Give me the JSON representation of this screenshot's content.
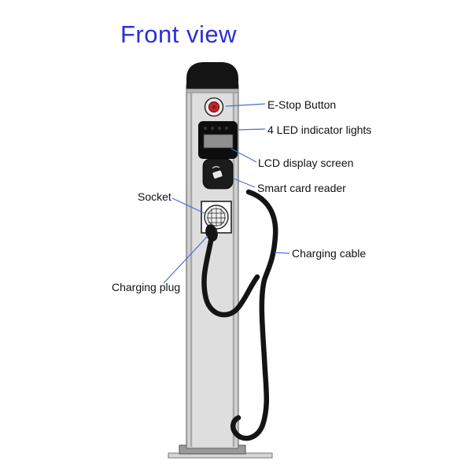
{
  "title": {
    "text": "Front view"
  },
  "labels": {
    "estop": "E-Stop Button",
    "led": "4 LED indicator lights",
    "lcd": "LCD display screen",
    "card_reader": "Smart card reader",
    "socket": "Socket",
    "plug": "Charging plug",
    "cable": "Charging cable"
  },
  "colors": {
    "title_blue": "#2b2fd4",
    "leader_line": "#4a6fd1",
    "estop_red": "#c1272d",
    "cable_black": "#141414",
    "pillar_gray": "#cfcfcf",
    "panel_black": "#0d0d0d",
    "lcd_gray": "#8f8f8f"
  }
}
